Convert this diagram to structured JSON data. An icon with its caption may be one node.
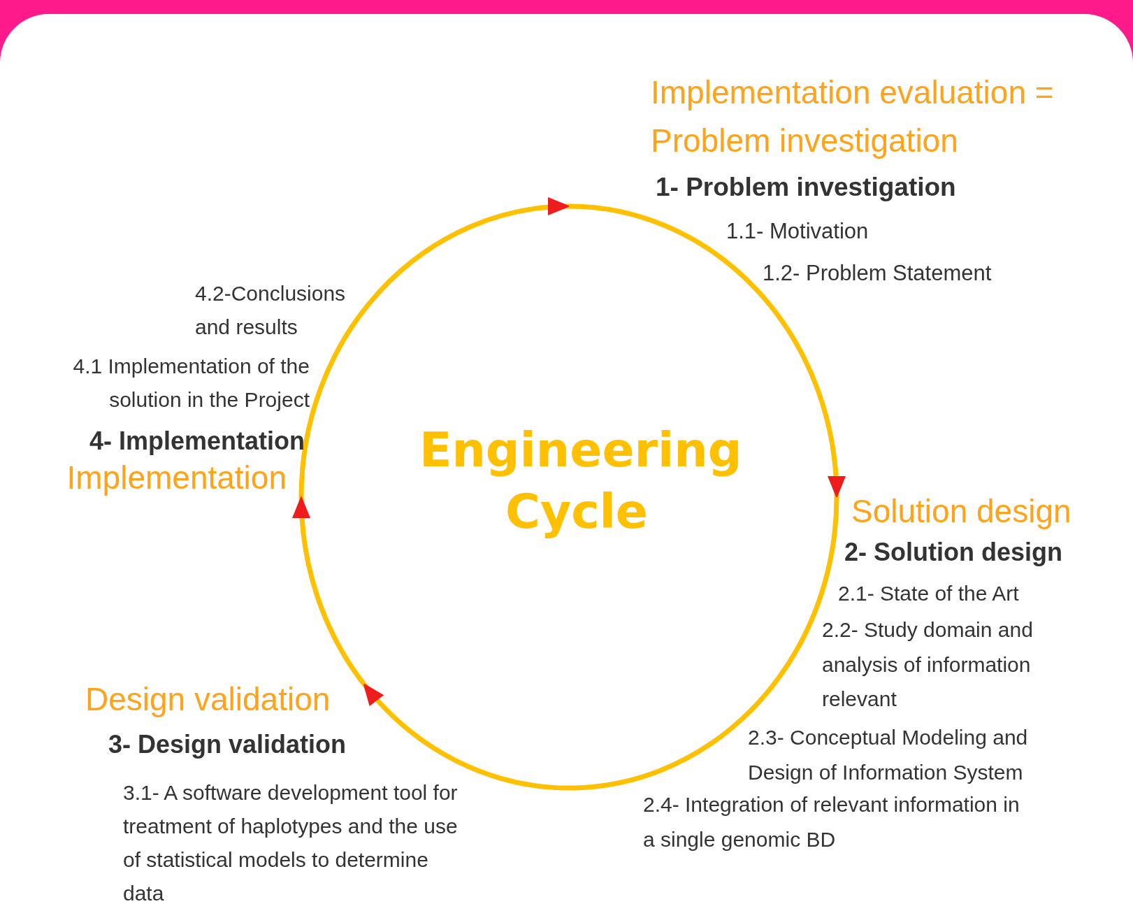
{
  "diagram": {
    "nodes": [
      {
        "text": [
          "Implementation evaluation = Problem investigation",
          "1- Problem investigation",
          "1.1- Motivation",
          "1.2- Problem Statement"
        ]
      },
      {
        "text": [
          "Solution design",
          "2- Solution design",
          "2.1- State of the Art",
          "2.2- Study domain and analysis of information relevant",
          "2.3- Conceptual Modeling and Design of Information System",
          "2.4- Integration of relevant information in a single genomic BD"
        ]
      },
      {
        "text": [
          "Design validation",
          "3- Design validation",
          "3.1- A software development tool for treatment of haplotypes and the use of statistical models to determine data"
        ]
      },
      {
        "text": [
          "4.2-Conclusions and results",
          "4.1 Implementation of the solution in the Project",
          "4- Implementation",
          "Implementation"
        ]
      }
    ],
    "edges": [
      {
        "from": 3,
        "to": 0,
        "arrow": "to"
      },
      {
        "from": 0,
        "to": 1,
        "arrow": "to"
      },
      {
        "from": 1,
        "to": 2,
        "arrow": "to"
      },
      {
        "from": 2,
        "to": 3,
        "arrow": "to"
      }
    ],
    "labels": [
      "Engineering Cycle"
    ]
  }
}
